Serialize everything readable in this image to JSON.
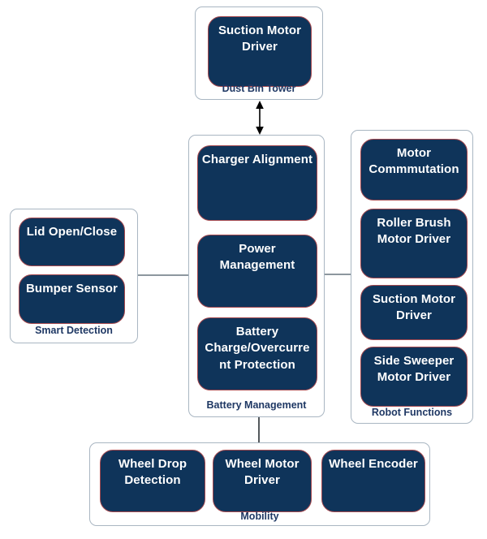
{
  "diagram": {
    "groups": {
      "dust_bin_tower": {
        "label": "Dust Bin Tower",
        "nodes": [
          {
            "label": "Suction Motor\nDriver"
          }
        ]
      },
      "battery_management": {
        "label": "Battery Management",
        "nodes": [
          {
            "label": "Charger Alignment"
          },
          {
            "label": "Power\nManagement"
          },
          {
            "label": "Battery\nCharge/Overcurre\nnt Protection"
          }
        ]
      },
      "smart_detection": {
        "label": "Smart Detection",
        "nodes": [
          {
            "label": "Lid Open/Close"
          },
          {
            "label": "Bumper Sensor"
          }
        ]
      },
      "robot_functions": {
        "label": "Robot Functions",
        "nodes": [
          {
            "label": "Motor\nCommmutation"
          },
          {
            "label": "Roller Brush\nMotor Driver"
          },
          {
            "label": "Suction Motor\nDriver"
          },
          {
            "label": "Side Sweeper\nMotor Driver"
          }
        ]
      },
      "mobility": {
        "label": "Mobility",
        "nodes": [
          {
            "label": "Wheel Drop\nDetection"
          },
          {
            "label": "Wheel Motor\nDriver"
          },
          {
            "label": "Wheel Encoder"
          }
        ]
      }
    },
    "connections": [
      {
        "from": "dust_bin_tower",
        "to": "battery_management",
        "type": "bidirectional-arrow"
      },
      {
        "from": "smart_detection",
        "to": "battery_management",
        "type": "line"
      },
      {
        "from": "battery_management",
        "to": "robot_functions",
        "type": "line"
      },
      {
        "from": "battery_management",
        "to": "mobility",
        "type": "line"
      }
    ],
    "colors": {
      "node_fill": "#0f345a",
      "node_border": "#a5494f",
      "node_text": "#ffffff",
      "group_border": "#a9b6c2",
      "group_label_text": "#1f3864",
      "connector": "#8d979e",
      "arrow": "#000000",
      "background": "#ffffff"
    }
  }
}
